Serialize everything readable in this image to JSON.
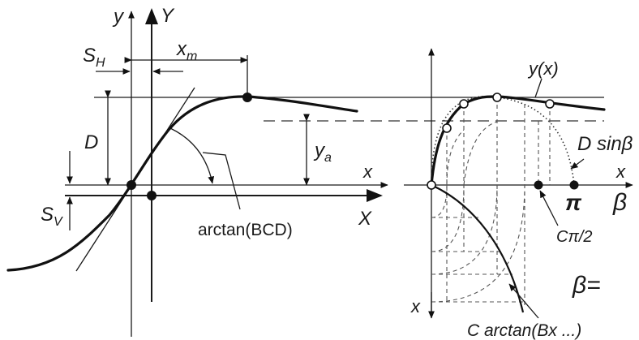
{
  "left_panel": {
    "y_small": "y",
    "Y_big": "Y",
    "x_m": "x",
    "x_m_sub": "m",
    "S_H": "S",
    "S_H_sub": "H",
    "D": "D",
    "y_a": "y",
    "y_a_sub": "a",
    "x_small": "x",
    "X_big": "X",
    "S_V": "S",
    "S_V_sub": "V",
    "arctan_label": "arctan(BCD)"
  },
  "right_panel": {
    "yx_label": "y(x)",
    "D_sin_beta": "D sinβ",
    "x_label": "x",
    "beta_axis": "β",
    "pi_label": "π",
    "C_pi_2": "Cπ/2",
    "beta_eq": "β=",
    "x_down": "x",
    "C_arctan": "C arctan(Bx ...)"
  },
  "colors": {
    "ink": "#111111",
    "background": "#ffffff"
  }
}
